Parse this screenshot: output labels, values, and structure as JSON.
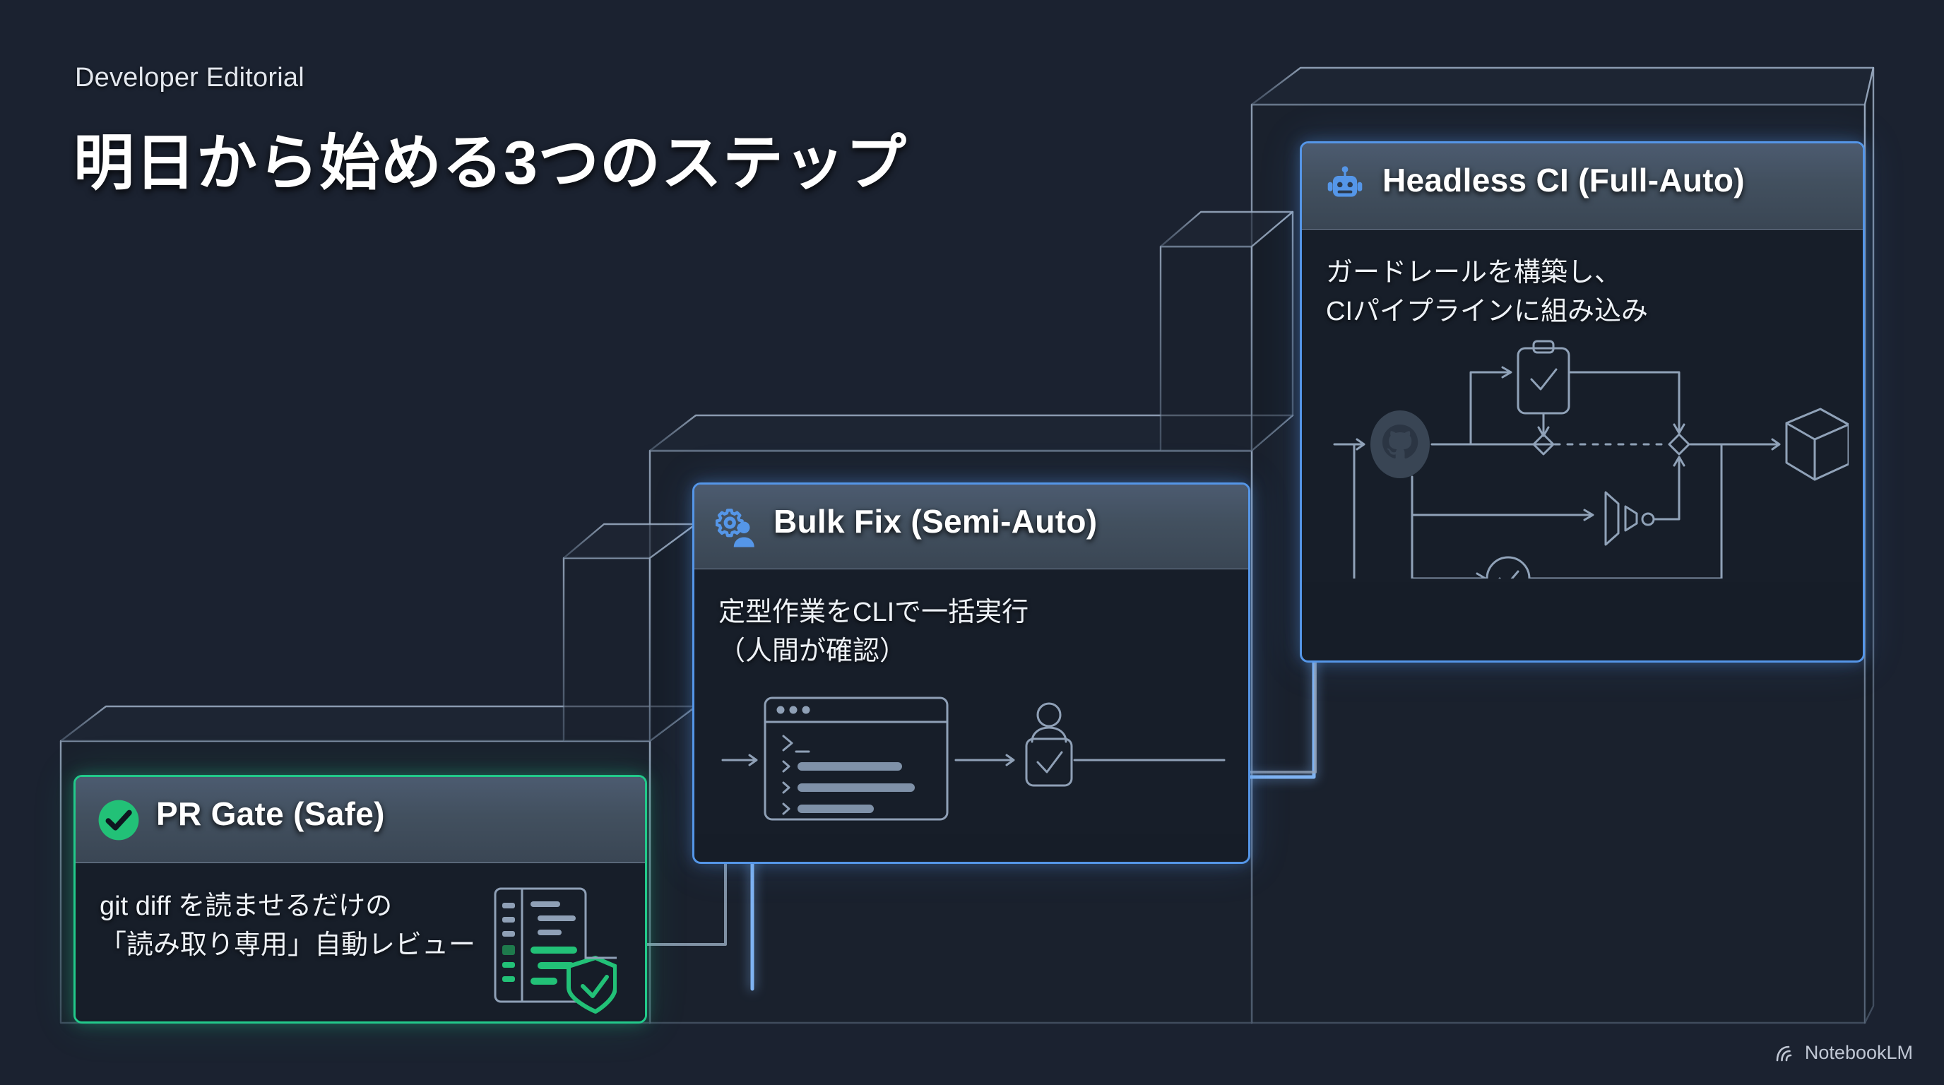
{
  "page": {
    "background_color": "#1b2230",
    "eyebrow": "Developer Editorial",
    "headline": "明日から始める3つのステップ",
    "watermark": "NotebookLM"
  },
  "accent_colors": {
    "green": "#22c98a",
    "blue": "#5596e8",
    "card_header": "#45525f",
    "card_body": "#171e29",
    "line": "#8fa0b5"
  },
  "steps": [
    {
      "id": "pr-gate",
      "order": 1,
      "icon": "check-circle-icon",
      "icon_color": "#22c98a",
      "accent": "#22c98a",
      "title": "PR Gate (Safe)",
      "description": "git diff を読ませるだけの\n「読み取り専用」自動レビュー",
      "illustration": "diff-document-shield-icon"
    },
    {
      "id": "bulk-fix",
      "order": 2,
      "icon": "gear-person-icon",
      "icon_color": "#5596e8",
      "accent": "#5596e8",
      "title": "Bulk Fix (Semi-Auto)",
      "description": "定型作業をCLIで一括実行\n（人間が確認）",
      "illustration": "terminal-window-human-approve-icon"
    },
    {
      "id": "headless-ci",
      "order": 3,
      "icon": "robot-icon",
      "icon_color": "#5596e8",
      "accent": "#5596e8",
      "title": "Headless CI (Full-Auto)",
      "description": "ガードレールを構築し、\nCIパイプラインに組み込み",
      "illustration": "ci-pipeline-github-package-icon"
    }
  ],
  "diagram": {
    "type": "isometric-staircase",
    "risers": 3,
    "description": "Three ascending 3D step blocks, each holding one step card, connected left-to-right by glowing wires."
  }
}
